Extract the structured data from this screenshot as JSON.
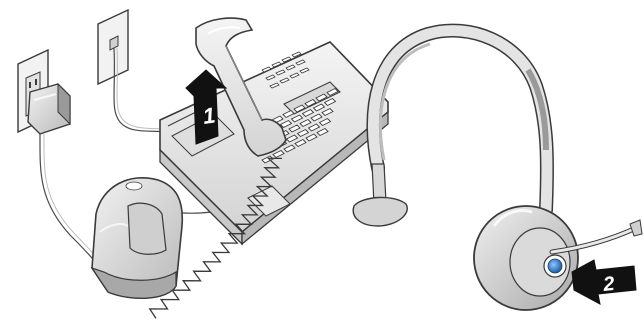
{
  "steps": [
    {
      "number": "1",
      "action": "lift-handset",
      "color": "#111111"
    },
    {
      "number": "2",
      "action": "press-call-control-button",
      "color": "#111111"
    }
  ],
  "colors": {
    "line_art": "#3a3a3a",
    "fill_light": "#e6e6e6",
    "fill_mid": "#c8c8c8",
    "fill_dark": "#9a9a9a",
    "button_accent": "#2f7fd0",
    "arrow": "#111111"
  }
}
